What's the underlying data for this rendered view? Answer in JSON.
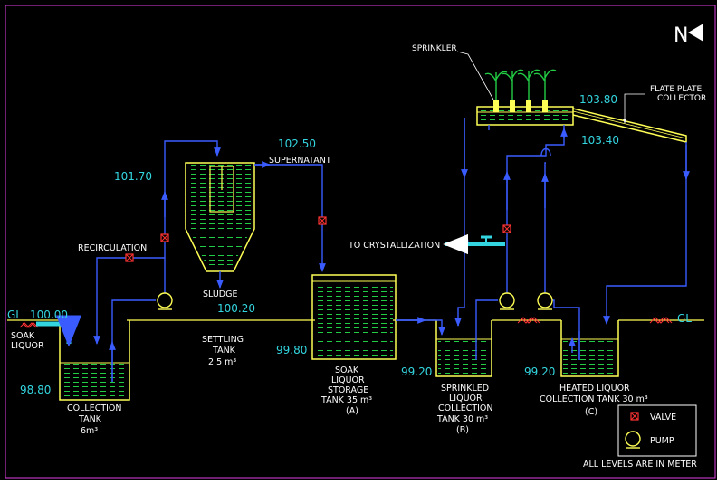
{
  "colors": {
    "background": "#000000",
    "frame": "#e040e0",
    "pipe": "#3a5cff",
    "tank": "#ffff55",
    "liquid": "#22cc44",
    "elevation_text": "#33d6e0",
    "label_text": "#ffffff",
    "valve": "#ff3333",
    "crystallization_line": "#33d6e0"
  },
  "north_mark": {
    "letter": "N",
    "icon": "north-arrow-icon"
  },
  "ground": {
    "left_label": "GL",
    "right_label": "GL"
  },
  "elevations": {
    "soak_inlet": "100.00",
    "collection_tank": "98.80",
    "recirculation_top": "101.70",
    "settling_top": "102.50",
    "settling_level": "100.20",
    "storage_tank": "99.80",
    "sprinkled_tank": "99.20",
    "heated_tank": "99.20",
    "sprinkler_header": "103.80",
    "collector_bottom": "103.40"
  },
  "labels": {
    "soak_liquor": [
      "SOAK",
      "LIQUOR"
    ],
    "collection_tank": [
      "COLLECTION",
      "TANK",
      "6m³"
    ],
    "recirculation": "RECIRCULATION",
    "sludge": "SLUDGE",
    "supernatant": "SUPERNATANT",
    "settling_tank": [
      "SETTLING",
      "TANK",
      "2.5  m³"
    ],
    "storage_tank": [
      "SOAK",
      "LIQUOR",
      "STORAGE",
      "TANK  35  m³",
      "(A)"
    ],
    "crystallization": "TO  CRYSTALLIZATION",
    "sprinkler": "SPRINKLER",
    "collector": [
      "FLATE  PLATE",
      "COLLECTOR"
    ],
    "sprinkled_tank": [
      "SPRINKLED",
      "LIQUOR",
      "COLLECTION",
      "TANK  30  m³",
      "(B)"
    ],
    "heated_tank": [
      "HEATED  LIQUOR",
      "COLLECTION  TANK  30  m³",
      "(C)"
    ]
  },
  "legend": {
    "valve_label": "VALVE",
    "pump_label": "PUMP",
    "note": "ALL  LEVELS     ARE  IN  METER"
  }
}
